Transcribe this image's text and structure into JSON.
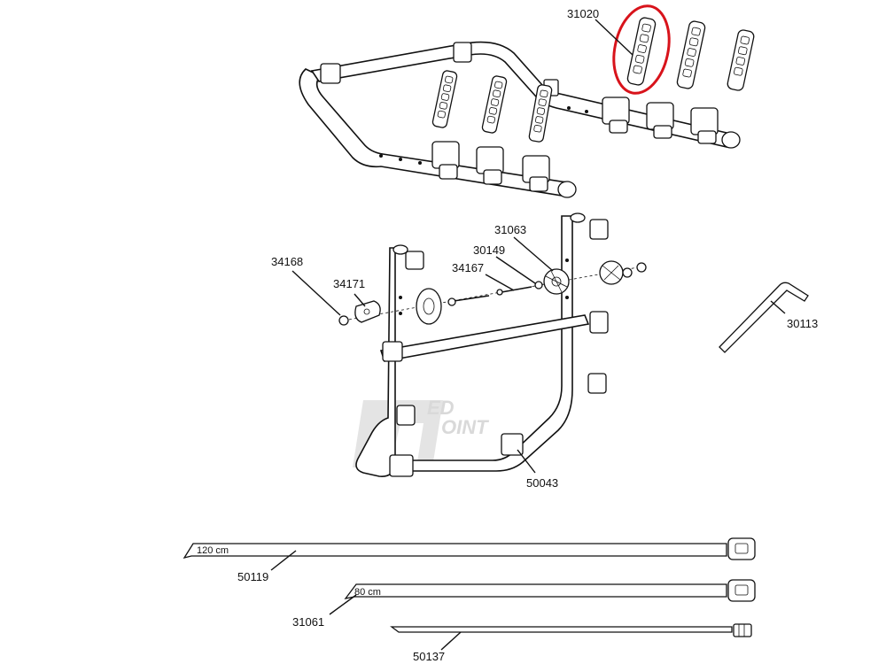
{
  "diagram": {
    "part_labels": {
      "p31020": "31020",
      "p31063": "31063",
      "p30149": "30149",
      "p34167": "34167",
      "p34168": "34168",
      "p34171": "34171",
      "p30113": "30113",
      "p50043": "50043",
      "p50119": "50119",
      "p31061": "31061",
      "p50137": "50137"
    },
    "strap_lengths": {
      "long": "120 cm",
      "medium": "80 cm"
    },
    "highlighted_part": "31020",
    "highlight_color": "#d8131b",
    "watermark": {
      "top": "ED",
      "bottom": "OINT",
      "color": "#d9d9d9"
    }
  }
}
